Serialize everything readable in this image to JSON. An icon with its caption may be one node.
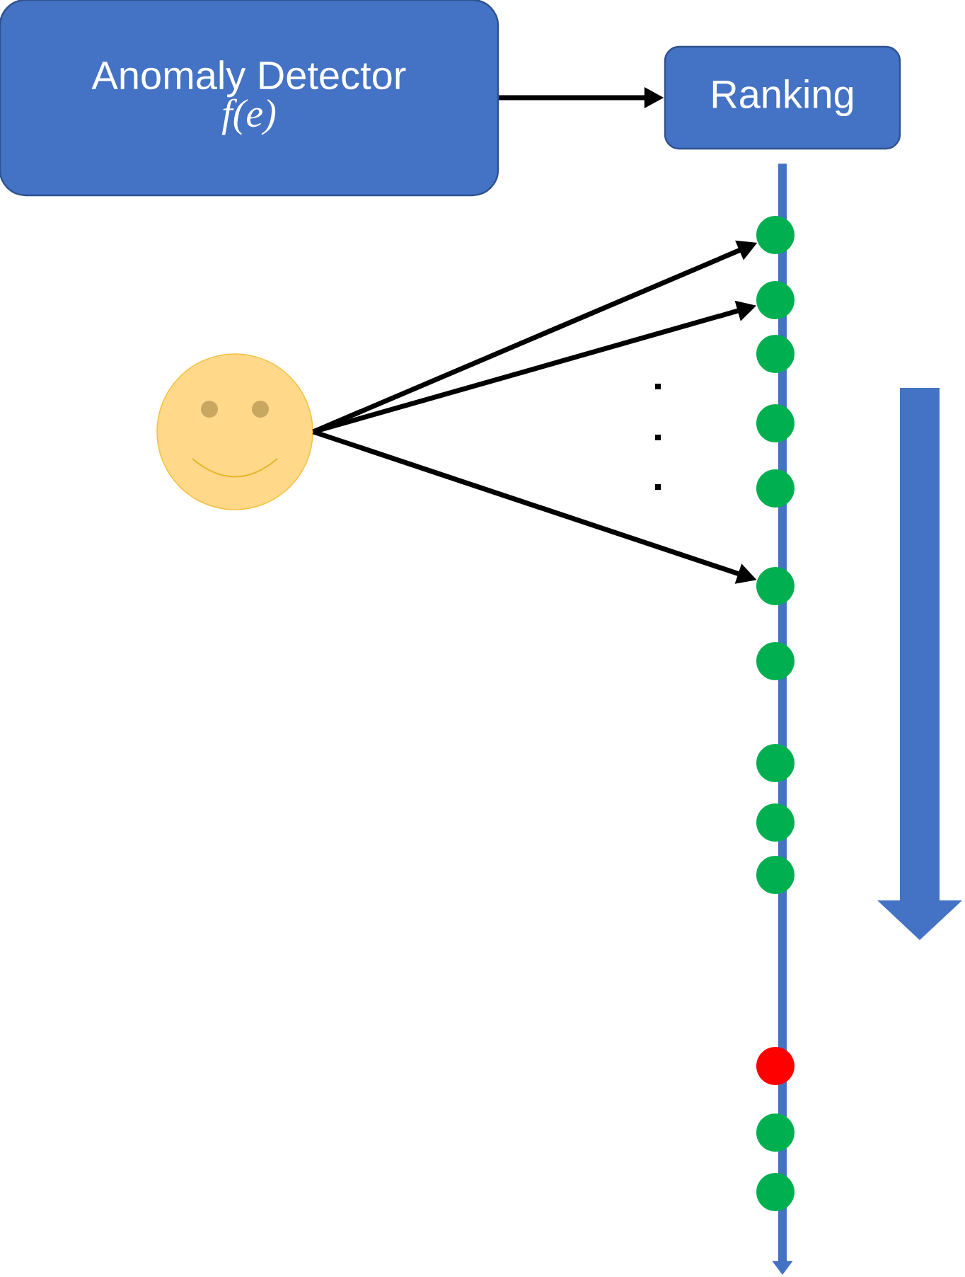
{
  "diagram": {
    "nodes": [
      {
        "text": [
          "Anomaly Detector",
          "f(e)"
        ]
      },
      {
        "text": [
          "Ranking"
        ]
      },
      {
        "text": [],
        "shape": "smiley"
      },
      {
        "text": [],
        "shape": "circle"
      },
      {
        "text": [],
        "shape": "circle"
      },
      {
        "text": [],
        "shape": "circle"
      },
      {
        "text": [],
        "shape": "circle"
      },
      {
        "text": [],
        "shape": "circle"
      },
      {
        "text": [],
        "shape": "circle"
      },
      {
        "text": [],
        "shape": "circle"
      },
      {
        "text": [],
        "shape": "circle"
      },
      {
        "text": [],
        "shape": "circle"
      },
      {
        "text": [],
        "shape": "circle"
      },
      {
        "text": [],
        "shape": "circle"
      },
      {
        "text": [],
        "shape": "circle"
      },
      {
        "text": [],
        "shape": "circle"
      }
    ],
    "edges": [
      {
        "from": 0,
        "to": 1,
        "arrow": "to"
      },
      {
        "from": 1,
        "to": null,
        "arrow": "to",
        "color": "#4472c4"
      },
      {
        "from": 2,
        "to": 3,
        "arrow": "to"
      },
      {
        "from": 2,
        "to": 4,
        "arrow": "to"
      },
      {
        "from": 2,
        "to": 8,
        "arrow": "to"
      }
    ]
  }
}
